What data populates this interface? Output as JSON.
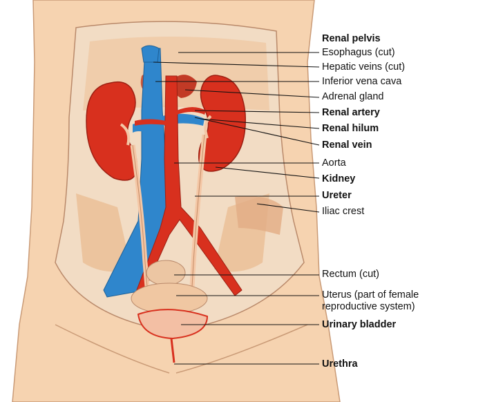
{
  "labels": [
    {
      "id": "renal-pelvis",
      "text": "Renal pelvis",
      "bold": true
    },
    {
      "id": "esophagus",
      "text": "Esophagus (cut)",
      "bold": false
    },
    {
      "id": "hepatic-veins",
      "text": "Hepatic veins (cut)",
      "bold": false
    },
    {
      "id": "inferior-vena-cava",
      "text": "Inferior vena cava",
      "bold": false
    },
    {
      "id": "adrenal-gland",
      "text": "Adrenal gland",
      "bold": false
    },
    {
      "id": "renal-artery",
      "text": "Renal artery",
      "bold": true
    },
    {
      "id": "renal-hilum",
      "text": "Renal hilum",
      "bold": true
    },
    {
      "id": "renal-vein",
      "text": "Renal vein",
      "bold": true
    },
    {
      "id": "aorta",
      "text": "Aorta",
      "bold": false
    },
    {
      "id": "kidney",
      "text": "Kidney",
      "bold": true
    },
    {
      "id": "ureter",
      "text": "Ureter",
      "bold": true
    },
    {
      "id": "iliac-crest",
      "text": "Iliac crest",
      "bold": false
    },
    {
      "id": "rectum",
      "text": "Rectum (cut)",
      "bold": false
    },
    {
      "id": "uterus-1",
      "text": "Uterus (part of female",
      "bold": false
    },
    {
      "id": "uterus-2",
      "text": "reproductive system)",
      "bold": false
    },
    {
      "id": "urinary-bladder",
      "text": "Urinary bladder",
      "bold": true
    },
    {
      "id": "urethra",
      "text": "Urethra",
      "bold": true
    }
  ],
  "colors": {
    "skin": "#f6d3b0",
    "cavity": "#f2dcc4",
    "muscle": "#e9b98f",
    "kidney": "#d8301e",
    "vein": "#2f86cc",
    "artery": "#d8301e",
    "ureter": "#f4c7a6",
    "leader": "#111111"
  }
}
